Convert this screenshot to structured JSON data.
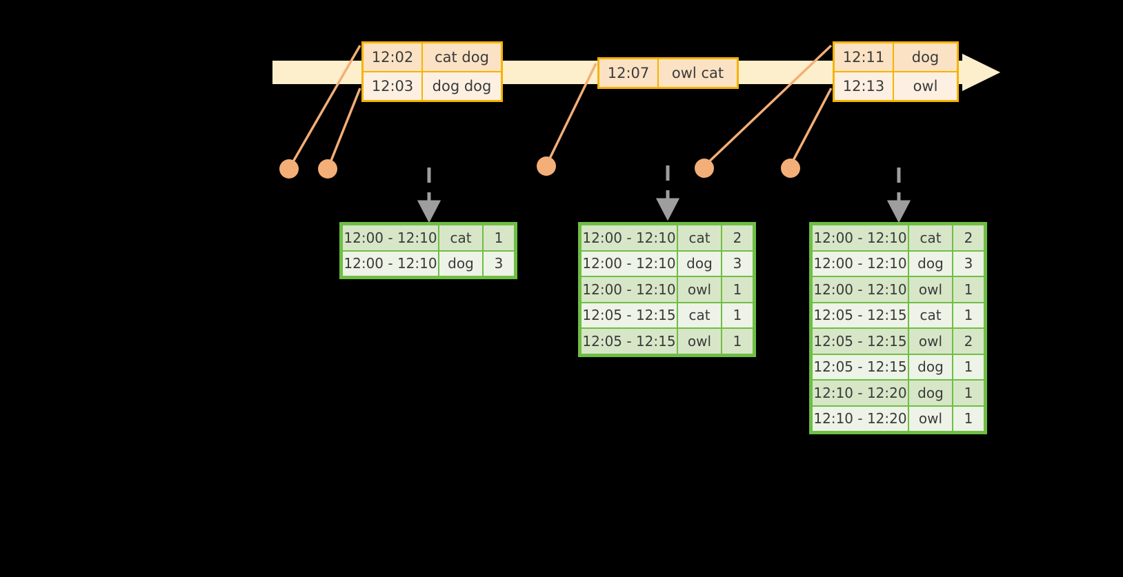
{
  "colors": {
    "background": "#000000",
    "timeline_bar": "#FDEFCB",
    "event_border": "#F5B301",
    "event_fill_dark": "#FBE2C4",
    "event_fill_light": "#FDF0E2",
    "connector": "#F4AE77",
    "table_border": "#6FBE44",
    "table_fill_dark": "#D7E6C7",
    "table_fill_light": "#EDF3E6",
    "dashed_arrow": "#9E9E9E"
  },
  "timeline": {
    "name": "event-timeline",
    "events": [
      {
        "name": "event-group-1",
        "rows": [
          {
            "time": "12:02",
            "words": "cat dog",
            "shade": "a"
          },
          {
            "time": "12:03",
            "words": "dog dog",
            "shade": "b"
          }
        ]
      },
      {
        "name": "event-group-2",
        "rows": [
          {
            "time": "12:07",
            "words": "owl cat",
            "shade": "a"
          }
        ]
      },
      {
        "name": "event-group-3",
        "rows": [
          {
            "time": "12:11",
            "words": "dog",
            "shade": "a"
          },
          {
            "time": "12:13",
            "words": "owl",
            "shade": "b"
          }
        ]
      }
    ]
  },
  "results": [
    {
      "name": "result-table-1",
      "rows": [
        {
          "window": "12:00 - 12:10",
          "word": "cat",
          "count": "1",
          "shade": "dark"
        },
        {
          "window": "12:00 - 12:10",
          "word": "dog",
          "count": "3",
          "shade": "light"
        }
      ]
    },
    {
      "name": "result-table-2",
      "rows": [
        {
          "window": "12:00 - 12:10",
          "word": "cat",
          "count": "2",
          "shade": "dark"
        },
        {
          "window": "12:00 - 12:10",
          "word": "dog",
          "count": "3",
          "shade": "light"
        },
        {
          "window": "12:00 - 12:10",
          "word": "owl",
          "count": "1",
          "shade": "dark"
        },
        {
          "window": "12:05 - 12:15",
          "word": "cat",
          "count": "1",
          "shade": "light"
        },
        {
          "window": "12:05 - 12:15",
          "word": "owl",
          "count": "1",
          "shade": "dark"
        }
      ]
    },
    {
      "name": "result-table-3",
      "rows": [
        {
          "window": "12:00 - 12:10",
          "word": "cat",
          "count": "2",
          "shade": "dark"
        },
        {
          "window": "12:00 - 12:10",
          "word": "dog",
          "count": "3",
          "shade": "light"
        },
        {
          "window": "12:00 - 12:10",
          "word": "owl",
          "count": "1",
          "shade": "dark"
        },
        {
          "window": "12:05 - 12:15",
          "word": "cat",
          "count": "1",
          "shade": "light"
        },
        {
          "window": "12:05 - 12:15",
          "word": "owl",
          "count": "2",
          "shade": "dark"
        },
        {
          "window": "12:05 - 12:15",
          "word": "dog",
          "count": "1",
          "shade": "light"
        },
        {
          "window": "12:10 - 12:20",
          "word": "dog",
          "count": "1",
          "shade": "dark"
        },
        {
          "window": "12:10 - 12:20",
          "word": "owl",
          "count": "1",
          "shade": "light"
        }
      ]
    }
  ]
}
